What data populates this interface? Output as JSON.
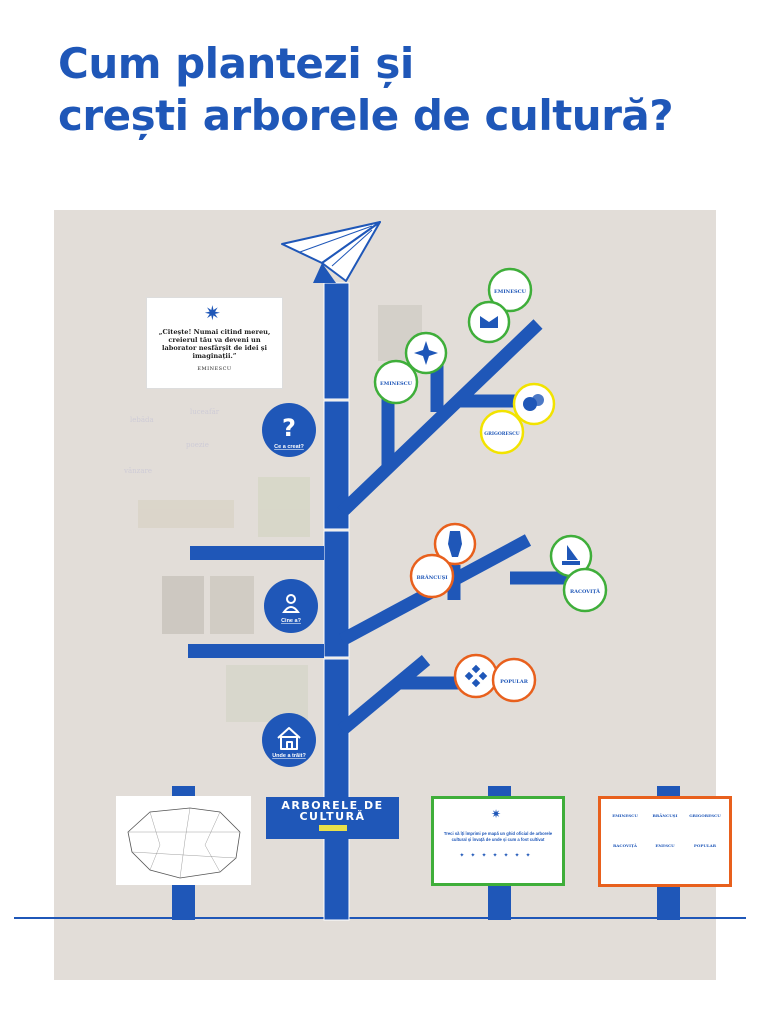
{
  "title": {
    "line1": "Cum plantezi și",
    "line2": "crești arborele de cultură?"
  },
  "colors": {
    "brand_blue": "#1f57b8",
    "board_bg": "#e2ddd8",
    "green": "#3fae3a",
    "orange": "#e8601d",
    "yellow": "#f2e300"
  },
  "trunk_hotspots": [
    {
      "icon": "question-icon",
      "label": "Ce a creat?"
    },
    {
      "icon": "person-icon",
      "label": "Cine a?"
    },
    {
      "icon": "house-icon",
      "label": "Unde a trăit?"
    }
  ],
  "quote_card": {
    "text": "„Citește! Numai citind mereu, creierul tău va deveni un laborator nesfârșit de idei și imaginații.”",
    "author": "EMINESCU"
  },
  "ghost_words": [
    "lebăda",
    "luceafăr",
    "poezie",
    "vânzare"
  ],
  "badges": {
    "eminescu_top": "EMINESCU",
    "eminescu_left": "EMINESCU",
    "grigorescu": "GRIGORESCU",
    "brancusi": "BRÂNCUȘI",
    "racovita": "RACOVIȚĂ",
    "popular": "POPULAR"
  },
  "sign": {
    "title_line1": "ARBORELE DE",
    "title_line2": "CULTURĂ"
  },
  "green_card": {
    "text": "Treci să îți împrimi pe mapă un ghid oficial de arborele cultural și învață de unde și cum a fost cultivat"
  },
  "orange_card": {
    "items": [
      "EMINESCU",
      "BRÂNCUȘI",
      "GRIGORESCU",
      "RACOVIȚĂ",
      "ENESCU",
      "POPULAR"
    ]
  }
}
